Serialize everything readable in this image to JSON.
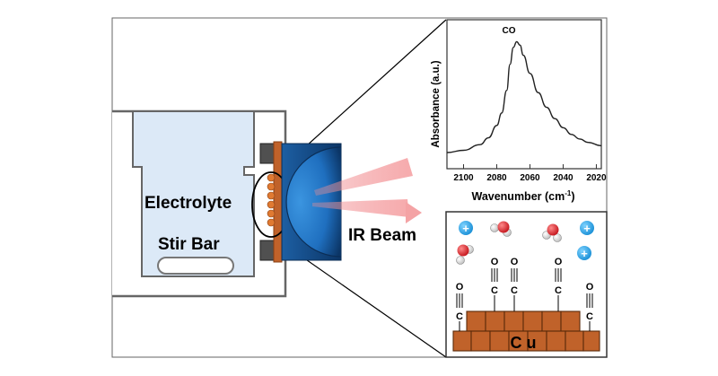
{
  "labels": {
    "electrolyte": "Electrolyte",
    "stir_bar": "Stir Bar",
    "ir_beam": "IR Beam",
    "cu": "C u",
    "co_peak": "CO"
  },
  "adsorbate": {
    "o": "O",
    "c": "C",
    "plus": "+"
  },
  "colors": {
    "electrolyte": "#dce9f7",
    "copper": "#c0622a",
    "prism_dark": "#0d3a6e",
    "prism_light": "#2a7fc8",
    "beam": "#f4a3a5",
    "oxygen": "#d9232a",
    "proton": "#2aa6e6"
  },
  "chart_data": {
    "type": "line",
    "xlabel_main": "Wavenumber (cm",
    "xlabel_sup": "-1",
    "xlabel_close": ")",
    "ylabel": "Absorbance (a.u.)",
    "xlim": [
      2110,
      2017
    ],
    "x_reversed": true,
    "ticks": [
      2100,
      2080,
      2060,
      2040,
      2020
    ],
    "tick_labels": [
      "2100",
      "2080",
      "2060",
      "2040",
      "2020"
    ],
    "ylim": [
      0,
      1
    ],
    "annotation": "CO",
    "series": [
      {
        "x": [
          2110,
          2100,
          2090,
          2085,
          2080,
          2077,
          2074,
          2072,
          2070,
          2068,
          2066,
          2064,
          2060,
          2055,
          2050,
          2045,
          2040,
          2035,
          2030,
          2025,
          2017
        ],
        "y": [
          0.0,
          0.02,
          0.07,
          0.13,
          0.24,
          0.35,
          0.55,
          0.78,
          0.93,
          0.98,
          0.95,
          0.86,
          0.7,
          0.53,
          0.4,
          0.3,
          0.22,
          0.16,
          0.12,
          0.09,
          0.06
        ]
      }
    ]
  }
}
